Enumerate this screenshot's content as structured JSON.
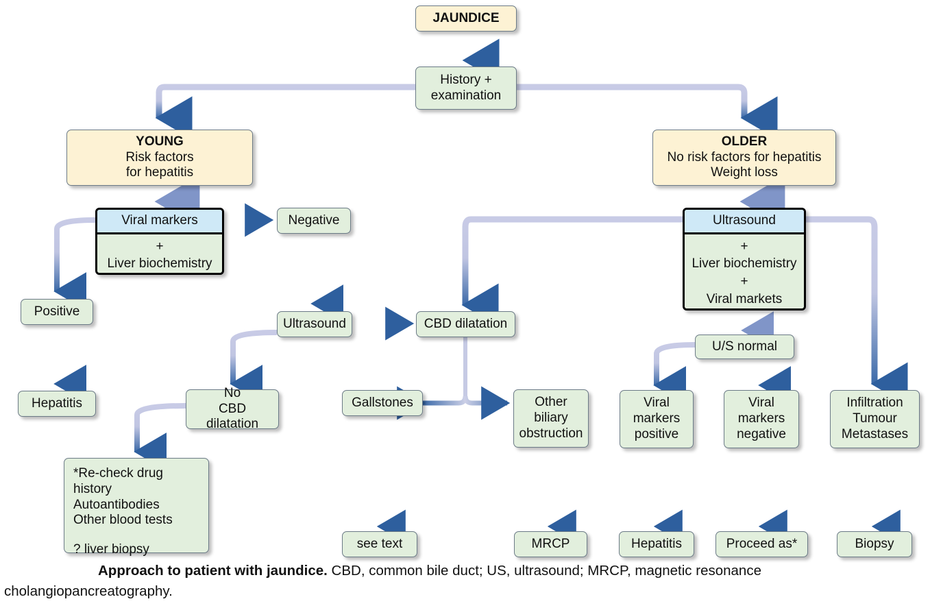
{
  "figure": {
    "type": "flowchart",
    "title": "Approach to patient with jaundice",
    "caption_lead": "Approach to patient with jaundice.",
    "caption_rest": " CBD, common bile duct; US, ultrasound; MRCP, magnetic resonance cholangiopancreatography.",
    "colors": {
      "cream_box": "#fdf2d4",
      "green_box": "#e2efdd",
      "blue_header": "#cfe9f7",
      "connector_light": "#c6c9e4",
      "connector_dark": "#2e5f9e",
      "border": "#6b7a86",
      "heavy_border": "#000000",
      "text": "#111111"
    }
  },
  "nodes": {
    "jaundice": {
      "label": "JAUNDICE"
    },
    "history": {
      "line1": "History +",
      "line2": "examination"
    },
    "young": {
      "title": "YOUNG",
      "line2": "Risk factors",
      "line3": "for hepatitis"
    },
    "older": {
      "title": "OLDER",
      "line2": "No risk factors for hepatitis",
      "line3": "Weight loss"
    },
    "viral_markers_panel": {
      "header": "Viral markers",
      "body_line1": "+",
      "body_line2": "Liver biochemistry"
    },
    "ultrasound_panel": {
      "header": "Ultrasound",
      "body_line1": "+",
      "body_line2": "Liver biochemistry",
      "body_line3": "+",
      "body_line4": "Viral markets"
    },
    "negative": {
      "label": "Negative"
    },
    "positive": {
      "label": "Positive"
    },
    "hepatitis_left": {
      "label": "Hepatitis"
    },
    "ultrasound_mid": {
      "label": "Ultrasound"
    },
    "cbd_dilatation": {
      "label": "CBD dilatation"
    },
    "no_cbd_dilatation": {
      "line1": "No",
      "line2": "CBD dilatation"
    },
    "recheck": {
      "line1": "*Re-check drug history",
      "line2": "Autoantibodies",
      "line3": "Other blood tests",
      "line4": "",
      "line5": "? liver biopsy"
    },
    "gallstones": {
      "label": "Gallstones"
    },
    "other_biliary": {
      "line1": "Other",
      "line2": "biliary",
      "line3": "obstruction"
    },
    "see_text": {
      "label": "see text"
    },
    "mrcp": {
      "label": "MRCP"
    },
    "us_normal": {
      "label": "U/S normal"
    },
    "viral_markers_positive": {
      "line1": "Viral",
      "line2": "markers",
      "line3": "positive"
    },
    "viral_markers_negative": {
      "line1": "Viral",
      "line2": "markers",
      "line3": "negative"
    },
    "infiltration": {
      "line1": "Infiltration",
      "line2": "Tumour",
      "line3": "Metastases"
    },
    "hepatitis_right": {
      "label": "Hepatitis"
    },
    "proceed_as": {
      "label": "Proceed as*"
    },
    "biopsy": {
      "label": "Biopsy"
    }
  },
  "edges": [
    {
      "from": "jaundice",
      "to": "history",
      "style": "arrow-down"
    },
    {
      "from": "history",
      "to": "young",
      "style": "elbow-left-down-arrow"
    },
    {
      "from": "history",
      "to": "older",
      "style": "elbow-right-down-arrow"
    },
    {
      "from": "young",
      "to": "viral_markers_panel",
      "style": "arrow-down"
    },
    {
      "from": "viral_markers_panel",
      "to": "negative",
      "style": "arrow-right"
    },
    {
      "from": "viral_markers_panel",
      "to": "positive",
      "style": "elbow-left-down-arrow"
    },
    {
      "from": "positive",
      "to": "hepatitis_left",
      "style": "arrow-down"
    },
    {
      "from": "negative",
      "to": "ultrasound_mid",
      "style": "arrow-down"
    },
    {
      "from": "ultrasound_mid",
      "to": "cbd_dilatation",
      "style": "arrow-right"
    },
    {
      "from": "ultrasound_mid",
      "to": "no_cbd_dilatation",
      "style": "elbow-left-down-arrow"
    },
    {
      "from": "no_cbd_dilatation",
      "to": "recheck",
      "style": "elbow-left-down-arrow"
    },
    {
      "from": "cbd_dilatation",
      "to": "gallstones",
      "style": "split-left-arrow"
    },
    {
      "from": "cbd_dilatation",
      "to": "other_biliary",
      "style": "split-right-arrow"
    },
    {
      "from": "gallstones",
      "to": "see_text",
      "style": "arrow-down"
    },
    {
      "from": "other_biliary",
      "to": "mrcp",
      "style": "arrow-down"
    },
    {
      "from": "older",
      "to": "ultrasound_panel",
      "style": "arrow-down"
    },
    {
      "from": "ultrasound_panel",
      "to": "cbd_dilatation",
      "style": "elbow-left-down-arrow"
    },
    {
      "from": "ultrasound_panel",
      "to": "us_normal",
      "style": "arrow-down"
    },
    {
      "from": "ultrasound_panel",
      "to": "infiltration",
      "style": "elbow-right-down-arrow"
    },
    {
      "from": "us_normal",
      "to": "viral_markers_positive",
      "style": "elbow-left-down-arrow"
    },
    {
      "from": "us_normal",
      "to": "viral_markers_negative",
      "style": "arrow-down"
    },
    {
      "from": "viral_markers_positive",
      "to": "hepatitis_right",
      "style": "arrow-down"
    },
    {
      "from": "viral_markers_negative",
      "to": "proceed_as",
      "style": "arrow-down"
    },
    {
      "from": "infiltration",
      "to": "biopsy",
      "style": "arrow-down"
    }
  ]
}
